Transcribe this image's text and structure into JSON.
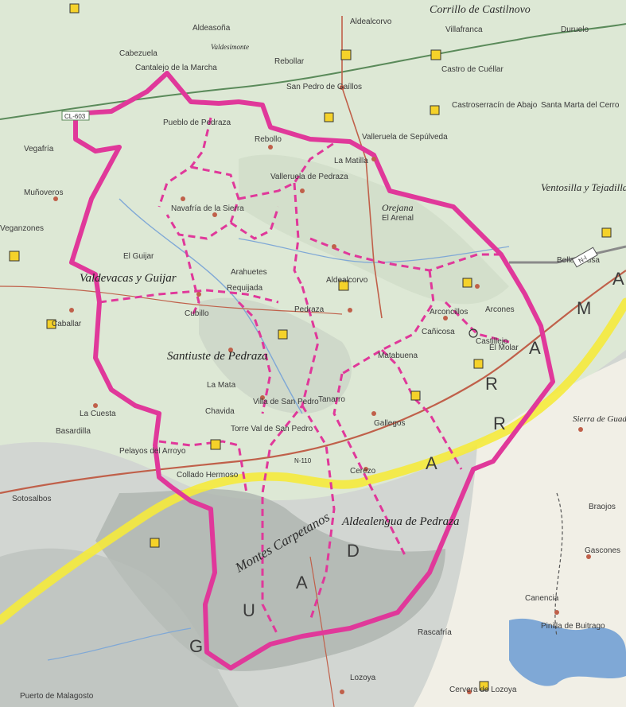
{
  "colors": {
    "border_magenta": "#e0389a",
    "highway_yellow": "#f5ea3c",
    "road_red": "#c0604a",
    "road_green": "#5a8a5a",
    "terrain_green": "#dbe7d3",
    "terrain_gray": "#c9ccc9",
    "mountain_dark": "#9aa19c",
    "water_blue": "#7fa8d6"
  },
  "labels": {
    "top": [
      "Corrillo de Castilnovo",
      "Aldeasoña",
      "Aldealcorvo",
      "Villafranca",
      "Duruelo",
      "Cabezuela",
      "Valdesimonte",
      "Rebollar",
      "Castro de Cuéllar",
      "Cantalejo de la Marcha"
    ],
    "villages": {
      "puebla": "Pueblo de Pedraza",
      "san_pedro_gaillos": "San Pedro de Gaíllos",
      "castroserna": "Castroserracín de Abajo",
      "santa_marta": "Santa Marta del Cerro",
      "ventosilla": "Ventosilla y Tejadilla",
      "vegafria": "Vegafría",
      "rebollo": "Rebollo",
      "matilla": "La Matilla",
      "villaruela": "Valleruela de Sepúlveda",
      "valleruela_pedraza": "Valleruela de Pedraza",
      "arenal": "El Arenal",
      "orejana": "Orejana",
      "muñoveros": "Muñoveros",
      "guijar": "El Guijar",
      "valdevacas": "Valdevacas y Guijar",
      "navafria": "Navafría de la Sierra",
      "arahuetes": "Arahuetes",
      "pedraza": "Pedraza",
      "veganzones": "Veganzones",
      "cubillo": "Cubillo",
      "santiuste": "Santiuste de Pedraza",
      "la_mata": "La Mata",
      "chavida": "Chavida",
      "villar": "Villa de San Pedro",
      "torre_val": "Torre Val de San Pedro",
      "gallegos": "Gallegos",
      "matabuena": "Matabuena",
      "arcones": "Arcones",
      "arconcillos": "Arconcillos",
      "castillejo": "Castillejo",
      "collado_hermoso": "Collado Hermoso",
      "aldealengua": "Aldealengua de Pedraza",
      "pelayos": "Pelayos del Arroyo",
      "sotosalbos": "Sotosalbos",
      "la_cuesta": "La Cuesta",
      "basardilla": "Basardilla",
      "brañosera": "Braojos",
      "gascones": "Gascones",
      "lozoya": "Lozoya",
      "cervera": "Cervera de Lozoya",
      "pinilla": "Pinilla de Buitrago",
      "canencia": "Canencia",
      "rascafria": "Rascafría",
      "prado_negro": "Puerto de Malagosto",
      "caballar": "Caballar",
      "cañicosa": "Cañicosa",
      "tanarro": "Tanarro",
      "cerezo": "Cerezo",
      "requijada": "Requijada",
      "el_molar": "El Molar",
      "bellaescusa": "Bellaescusa",
      "aldealcorvo2": "Aldealcorvo"
    },
    "region": [
      "G",
      "U",
      "A",
      "D",
      "A",
      "R",
      "R",
      "A",
      "M",
      "A"
    ],
    "range": "Montes Carpetanos",
    "peak_sierra": "Sierra de Guadarrama",
    "roads": {
      "cl603": "CL-603",
      "n110": "N-110",
      "n1": "N-I"
    }
  }
}
